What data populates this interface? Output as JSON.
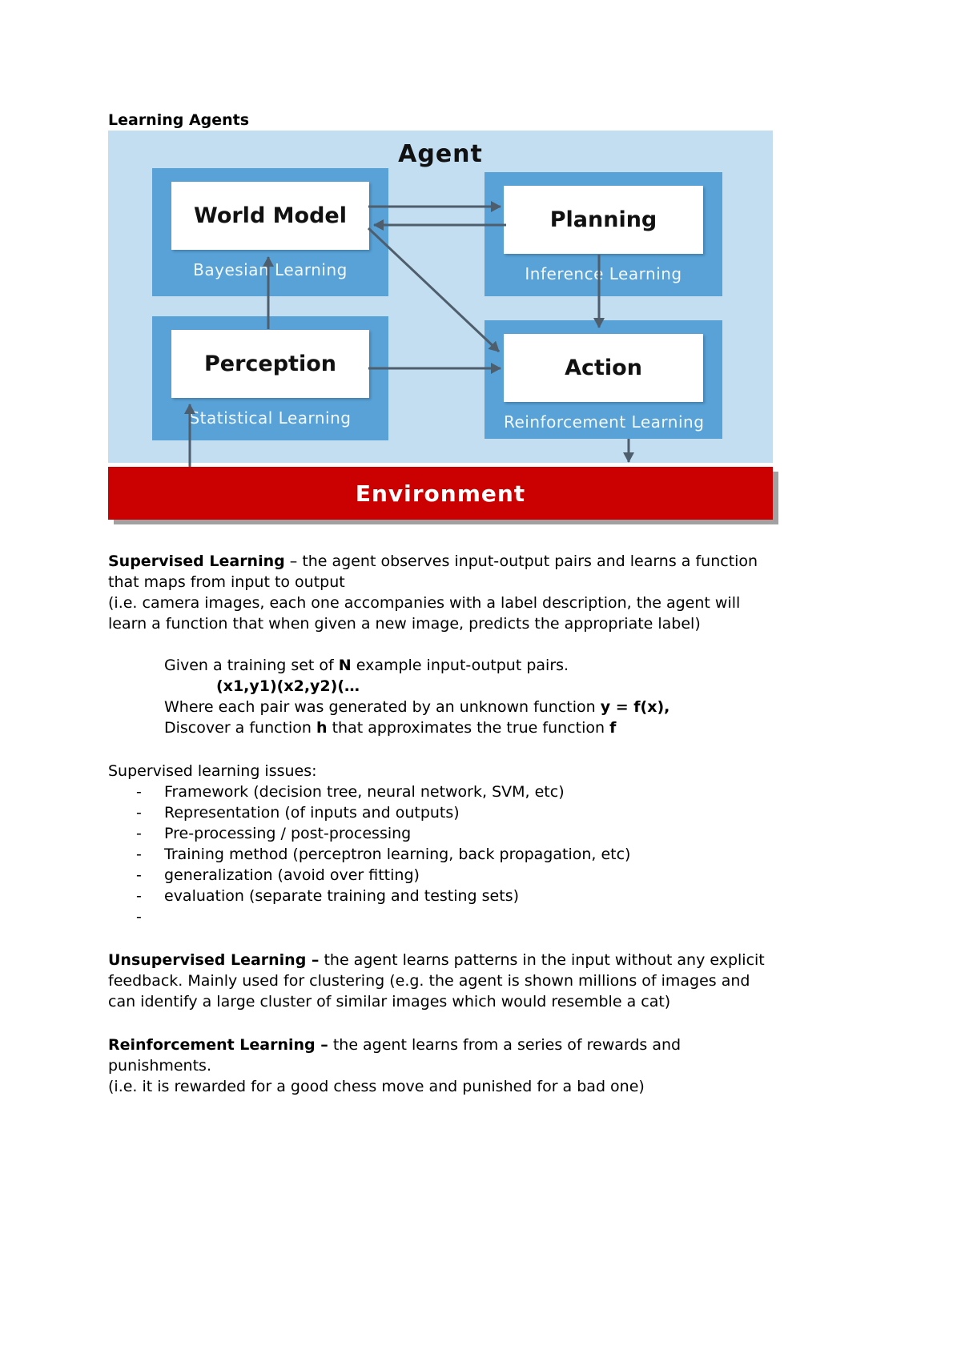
{
  "page": {
    "title": "Learning Agents"
  },
  "diagram": {
    "agent_label": "Agent",
    "environment_label": "Environment",
    "modules": [
      {
        "name": "World Model",
        "learning": "Bayesian Learning"
      },
      {
        "name": "Planning",
        "learning": "Inference Learning"
      },
      {
        "name": "Perception",
        "learning": "Statistical Learning"
      },
      {
        "name": "Action",
        "learning": "Reinforcement Learning"
      }
    ],
    "arrows": [
      "world-model-to-planning",
      "planning-to-world-model",
      "world-model-to-action",
      "planning-to-action",
      "perception-to-world-model",
      "perception-to-action",
      "environment-to-perception",
      "action-to-environment"
    ],
    "colors": {
      "outer_bg": "#c3ddf1",
      "module_bg": "#58a2d8",
      "environment_bg": "#cb0000",
      "arrow": "#4e5e6c"
    }
  },
  "sections": {
    "supervised": {
      "heading": "Supervised Learning",
      "intro": " – the agent observes input-output pairs and learns a function that maps from input to output",
      "example": "(i.e. camera images, each one accompanies with a label description, the agent will learn a function that when given a new image, predicts the appropriate label)",
      "training": {
        "line1_a": "Given a training set of ",
        "line1_b": "N",
        "line1_c": " example input-output pairs.",
        "line2": "(x1,y1)(x2,y2)(…",
        "line3_a": "Where each pair was generated by an unknown function ",
        "line3_b": "y = f(x),",
        "line4_a": "Discover a function ",
        "line4_b": "h",
        "line4_c": " that approximates the true function ",
        "line4_d": "f"
      },
      "issues": {
        "label": "Supervised learning issues:",
        "bullet": "-",
        "items": [
          "Framework (decision tree, neural network, SVM, etc)",
          "Representation (of inputs and outputs)",
          "Pre-processing / post-processing",
          "Training method (perceptron learning, back propagation, etc)",
          "generalization (avoid over fitting)",
          "evaluation (separate training and testing sets)",
          ""
        ]
      }
    },
    "unsupervised": {
      "heading": "Unsupervised Learning –",
      "body": " the agent learns patterns in the input without any explicit feedback. Mainly used for clustering (e.g. the agent is shown millions of images and can identify a large cluster of similar images which would resemble a cat)"
    },
    "reinforcement": {
      "heading": "Reinforcement Learning –",
      "body": " the agent learns from a series of rewards and punishments.",
      "example": "(i.e. it is rewarded for a good chess move and punished for a bad one)"
    }
  }
}
